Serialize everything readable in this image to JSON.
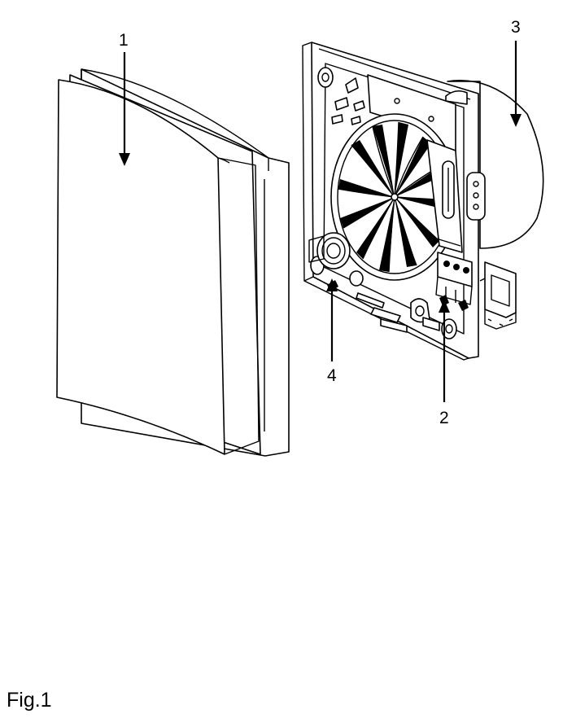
{
  "figure": {
    "caption": "Fig.1",
    "callouts": {
      "front_cover": "1",
      "terminal_block": "2",
      "motor_housing": "3",
      "mounting_hole": "4"
    }
  }
}
